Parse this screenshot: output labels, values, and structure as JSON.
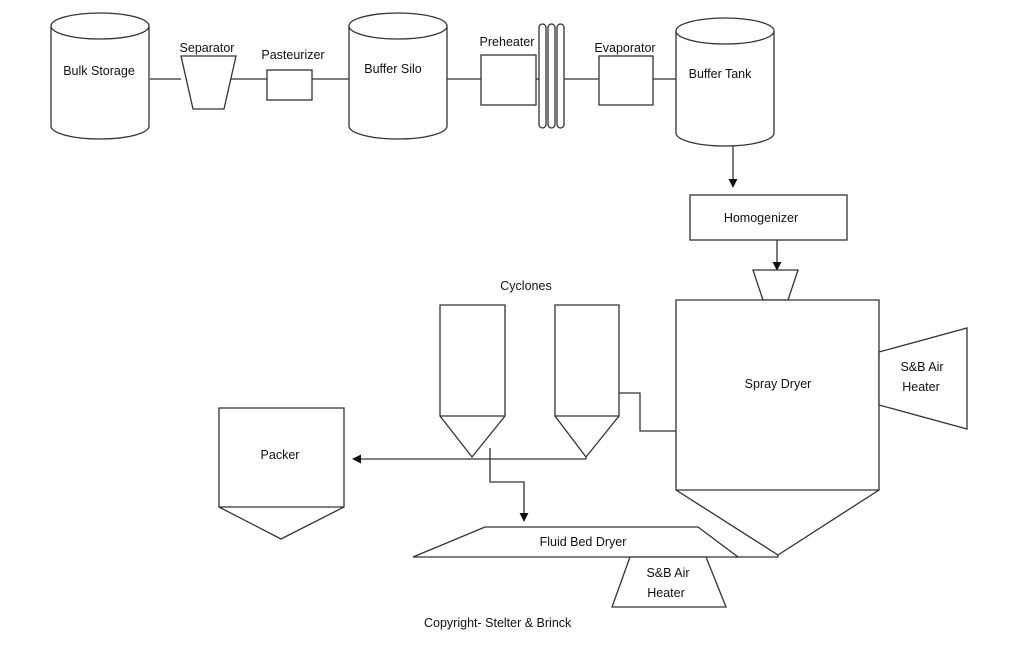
{
  "diagram": {
    "bulk_storage": "Bulk Storage",
    "separator": "Separator",
    "pasteurizer": "Pasteurizer",
    "buffer_silo": "Buffer Silo",
    "preheater": "Preheater",
    "evaporator": "Evaporator",
    "buffer_tank": "Buffer Tank",
    "homogenizer": "Homogenizer",
    "cyclones": "Cyclones",
    "spray_dryer": "Spray Dryer",
    "air_heater_top_line1": "S&B Air",
    "air_heater_top_line2": "Heater",
    "packer": "Packer",
    "fluid_bed_dryer": "Fluid Bed Dryer",
    "air_heater_bottom_line1": "S&B Air",
    "air_heater_bottom_line2": "Heater",
    "copyright": "Copyright- Stelter & Brinck"
  }
}
